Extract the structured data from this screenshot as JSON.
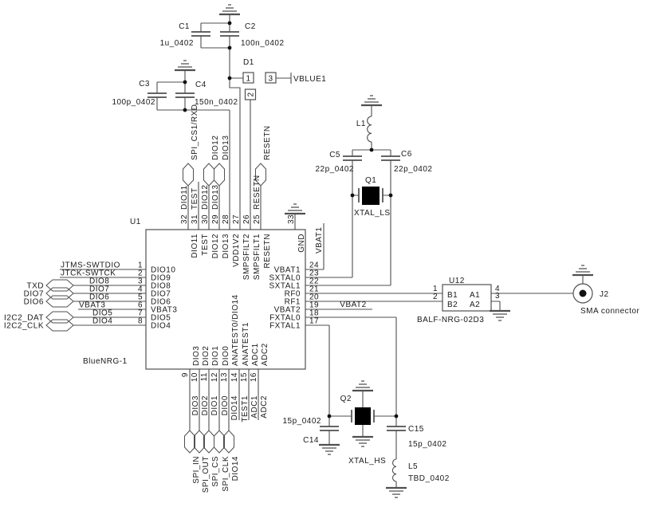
{
  "u1": {
    "ref": "U1",
    "part": "BlueNRG-1",
    "top_pins": [
      {
        "num": "32",
        "name": "DIO11",
        "net": "DIO11",
        "flag": "SPI_CS1/RXD"
      },
      {
        "num": "31",
        "name": "TEST",
        "net": "TEST"
      },
      {
        "num": "30",
        "name": "DIO12",
        "net": "DIO12",
        "flag": "DIO12"
      },
      {
        "num": "29",
        "name": "DIO13",
        "net": "DIO13",
        "flag": "DIO13"
      },
      {
        "num": "28",
        "name": "VDD1V2"
      },
      {
        "num": "27",
        "name": "SMPSFILT2"
      },
      {
        "num": "26",
        "name": "SMPSFILT1"
      },
      {
        "num": "25",
        "name": "RESETN",
        "net": "RESETN",
        "flag": "RESETN"
      },
      {
        "num": "33",
        "name": "GND"
      }
    ],
    "left_pins": [
      {
        "num": "1",
        "name": "DIO10",
        "net": "JTMS-SWTDIO"
      },
      {
        "num": "2",
        "name": "DIO9",
        "net": "JTCK-SWTCK"
      },
      {
        "num": "3",
        "name": "DIO8",
        "net": "DIO8",
        "flag": "TXD"
      },
      {
        "num": "4",
        "name": "DIO7",
        "net": "DIO7",
        "flag": "DIO7"
      },
      {
        "num": "5",
        "name": "DIO6",
        "net": "DIO6",
        "flag": "DIO6"
      },
      {
        "num": "6",
        "name": "VBAT3",
        "net": "VBAT3"
      },
      {
        "num": "7",
        "name": "DIO5",
        "net": "DIO5",
        "flag": "I2C2_DAT"
      },
      {
        "num": "8",
        "name": "DIO4",
        "net": "DIO4",
        "flag": "I2C2_CLK"
      }
    ],
    "right_pins": [
      {
        "num": "24",
        "name": "VBAT1",
        "net": "VBAT1"
      },
      {
        "num": "23",
        "name": "SXTAL0"
      },
      {
        "num": "22",
        "name": "SXTAL1"
      },
      {
        "num": "21",
        "name": "RF0"
      },
      {
        "num": "20",
        "name": "RF1"
      },
      {
        "num": "19",
        "name": "VBAT2",
        "net": "VBAT2"
      },
      {
        "num": "18",
        "name": "FXTAL0"
      },
      {
        "num": "17",
        "name": "FXTAL1"
      }
    ],
    "bottom_pins": [
      {
        "num": "9",
        "name": "DIO3",
        "net": "DIO3",
        "flag": "SPI_IN"
      },
      {
        "num": "10",
        "name": "DIO2",
        "net": "DIO2",
        "flag": "SPI_OUT"
      },
      {
        "num": "11",
        "name": "DIO1",
        "net": "DIO1",
        "flag": "SPI_CS"
      },
      {
        "num": "12",
        "name": "DIO0",
        "net": "DIO0",
        "flag": "SPI_CLK"
      },
      {
        "num": "13",
        "name": "ANATEST0/DIO14",
        "net": "DIO14",
        "flag": "DIO14"
      },
      {
        "num": "14",
        "name": "ANATEST1",
        "net": "TEST1"
      },
      {
        "num": "15",
        "name": "ADC1",
        "net": "ADC1"
      },
      {
        "num": "16",
        "name": "ADC2",
        "net": "ADC2"
      }
    ]
  },
  "capacitors": {
    "c1": {
      "ref": "C1",
      "value": "1u_0402"
    },
    "c2": {
      "ref": "C2",
      "value": "100n_0402"
    },
    "c3": {
      "ref": "C3",
      "value": "100p_0402"
    },
    "c4": {
      "ref": "C4",
      "value": "150n_0402"
    },
    "c5": {
      "ref": "C5",
      "value": "22p_0402"
    },
    "c6": {
      "ref": "C6",
      "value": "22p_0402"
    },
    "c14": {
      "ref": "C14",
      "value": "15p_0402"
    },
    "c15": {
      "ref": "C15",
      "value": "15p_0402"
    }
  },
  "inductors": {
    "l1": {
      "ref": "L1"
    },
    "l5": {
      "ref": "L5",
      "value": "TBD_0402"
    }
  },
  "crystals": {
    "q1": {
      "ref": "Q1",
      "net": "XTAL_LS"
    },
    "q2": {
      "ref": "Q2",
      "net": "XTAL_HS"
    }
  },
  "diode": {
    "ref": "D1",
    "p1": "1",
    "p2": "2",
    "p3": "3"
  },
  "balun": {
    "ref": "U12",
    "part": "BALF-NRG-02D3",
    "b1": "B1",
    "b2": "B2",
    "a1": "A1",
    "a2": "A2",
    "n1": "1",
    "n2": "2",
    "n3": "3",
    "n4": "4"
  },
  "connector": {
    "ref": "J2",
    "label": "SMA connector"
  },
  "nets": {
    "vblue": "VBLUE1",
    "vbat1": "VBAT1",
    "vbat2": "VBAT2"
  },
  "colors": {
    "wire": "#4f4f4f",
    "text": "#1a1a1a",
    "background": "#ffffff"
  }
}
